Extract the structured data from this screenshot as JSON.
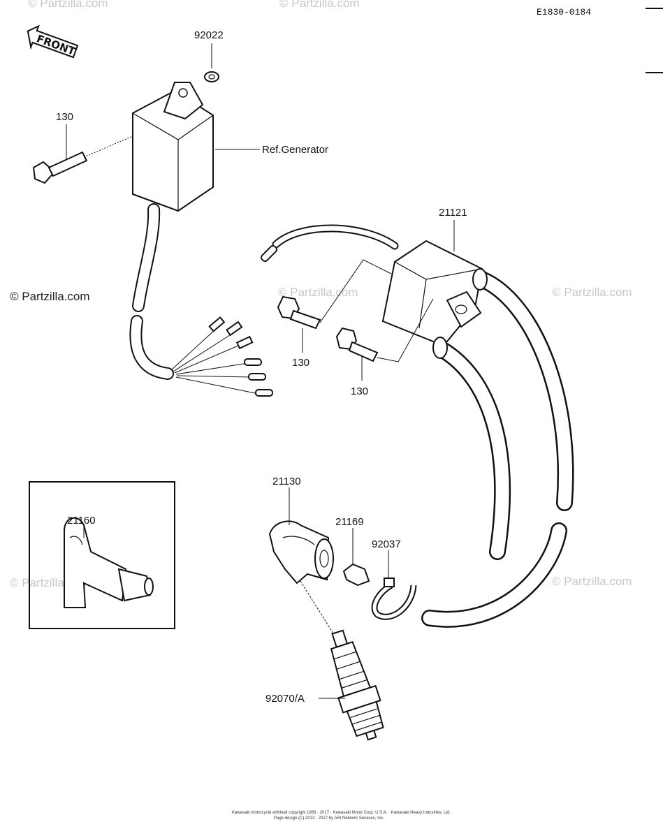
{
  "doc_code": "E1830-0184",
  "front_label": "FRONT",
  "watermark": "© Partzilla.com",
  "parts": {
    "p92022": "92022",
    "p130_a": "130",
    "ref_generator": "Ref.Generator",
    "p21121": "21121",
    "p130_b": "130",
    "p130_c": "130",
    "p21130": "21130",
    "p21160": "21160",
    "p21169": "21169",
    "p92037": "92037",
    "p92070": "92070/A"
  },
  "footer": {
    "line1": "Kawasaki motorcycle withinall copyright 1966 · 2017 · Kawasaki Motor Corp. U.S.A. · Kawasaki Heavy Industries, Ltd.",
    "line2": "Page design (C) 2013 · 2017 by ARI Network Services, Inc."
  }
}
